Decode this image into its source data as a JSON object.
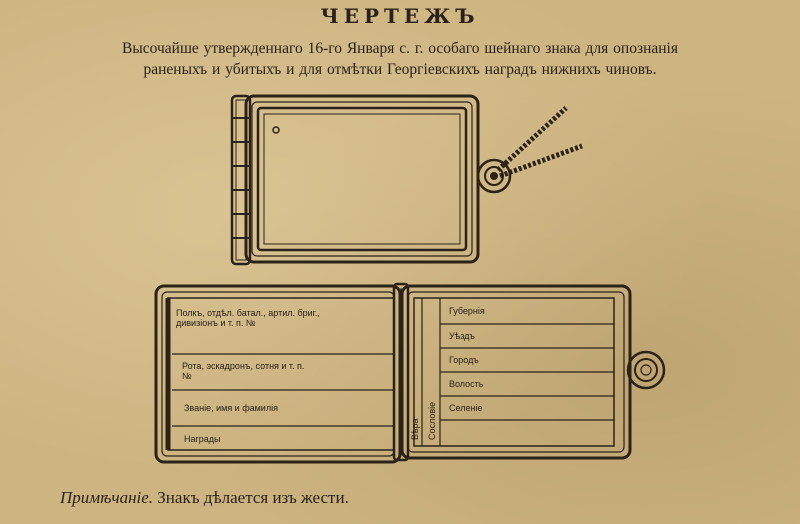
{
  "heading": "ЧЕРТЕЖЪ",
  "subtitle_line1": "Высочайше утвержденнаго 16-го Января с. г. особаго шейнаго знака для опознанія",
  "subtitle_line2": "раненыхъ и убитыхъ и для отмѣтки Георгіевскихъ наградъ нижнихъ чиновъ.",
  "card_left": {
    "row1_line1": "Полкъ, отдѣл. батал., артил. бриг.,",
    "row1_line2": "дивизіонъ и т. п. №",
    "row2_line1": "Рота, эскадронъ, сотня и т. п.",
    "row2_line2": "№",
    "row3": "Званіе, имя и фамилія",
    "row4": "Награды"
  },
  "card_right": {
    "vertical_faith": "Вѣра",
    "vertical_estate": "Сословіе",
    "rows": [
      "Губернія",
      "Уѣздъ",
      "Городъ",
      "Волость",
      "Селеніе"
    ]
  },
  "note_lead": "Примѣчаніе.",
  "note_text": " Знакъ дѣлается изъ жести."
}
